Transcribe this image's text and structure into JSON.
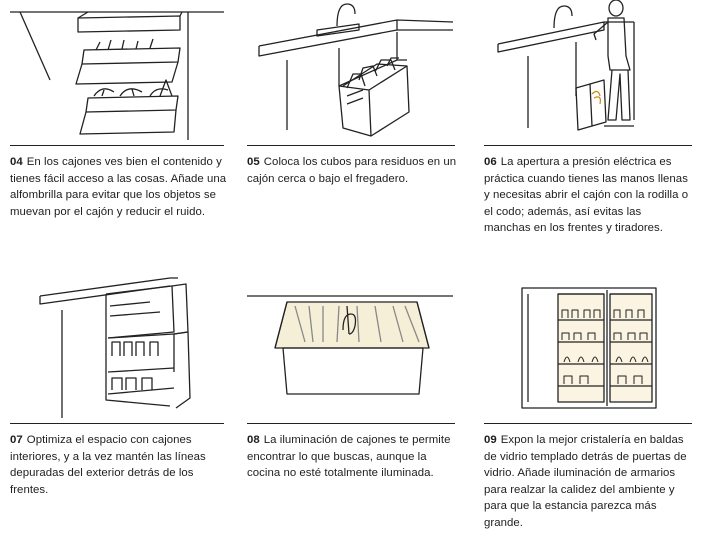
{
  "items": [
    {
      "number": "04",
      "text": "En los cajones ves bien el contenido y tienes fácil acceso a las cosas. Añade una alfombrilla para evitar que los objetos se muevan por el cajón y reducir el ruido."
    },
    {
      "number": "05",
      "text": "Coloca los cubos para residuos en un cajón cerca o bajo el fregadero."
    },
    {
      "number": "06",
      "text": "La apertura a presión eléctrica es práctica cuando tienes las manos llenas y necesitas abrir el cajón con la rodilla o el codo; además, así evitas las manchas en los frentes y tiradores."
    },
    {
      "number": "07",
      "text": "Optimiza el espacio con cajones interiores, y a la vez mantén las líneas depuradas del exterior detrás de los frentes."
    },
    {
      "number": "08",
      "text": "La iluminación de cajones te permite encontrar lo que buscas, aunque la cocina no esté totalmente iluminada."
    },
    {
      "number": "09",
      "text": "Expon la mejor cristalería en baldas de vidrio templado detrás de puertas de vidrio. Añade iluminación de armarios para realzar la calidez del ambiente y para que la estancia parezca más grande."
    }
  ]
}
